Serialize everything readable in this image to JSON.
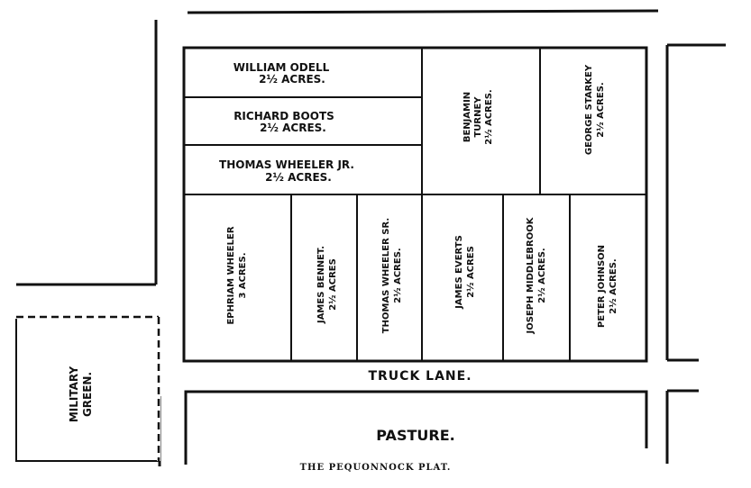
{
  "caption": "THE PEQUONNOCK PLAT.",
  "street": "TRUCK LANE.",
  "pasture": "PASTURE.",
  "military_green": {
    "line1": "MILITARY",
    "line2": "GREEN."
  },
  "lots_top": [
    {
      "name": "WILLIAM ODELL",
      "size": "2½ ACRES."
    },
    {
      "name": "RICHARD BOOTS",
      "size": "2½ ACRES."
    },
    {
      "name": "THOMAS WHEELER JR.",
      "size": "2½ ACRES."
    }
  ],
  "lots_top_vertical": [
    {
      "lines": [
        "BENJAMIN",
        "TURNEY",
        "2½ ACRES."
      ]
    },
    {
      "lines": [
        "GEORGE STARKEY",
        "2½ ACRES."
      ]
    }
  ],
  "lots_bottom": [
    {
      "name": "EPHRIAM WHEELER",
      "size": "3 ACRES."
    },
    {
      "name": "JAMES BENNET.",
      "size": "2½ ACRES"
    },
    {
      "name": "THOMAS WHEELER SR.",
      "size": "2½ ACRES."
    },
    {
      "name": "JAMES EVERTS",
      "size": "2½ ACRES"
    },
    {
      "name": "JOSEPH MIDDLEBROOK",
      "size": "2½ ACRES."
    },
    {
      "name": "PETER JOHNSON",
      "size": "2½ ACRES."
    }
  ]
}
